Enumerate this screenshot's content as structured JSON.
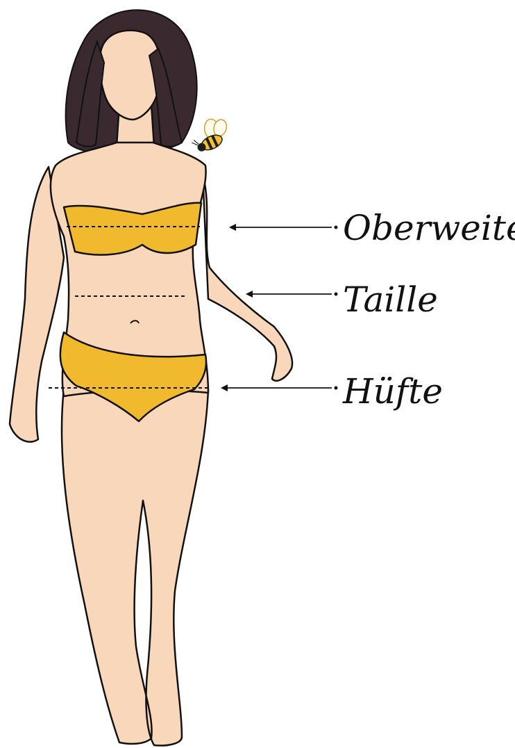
{
  "labels": {
    "bust": "Oberweite",
    "waist": "Taille",
    "hip": "Hüfte"
  },
  "colors": {
    "skin": "#F9D7BB",
    "hair": "#3A2A30",
    "bikini": "#F0B92E",
    "outline": "#111111",
    "bee_body": "#F5C132",
    "bee_stripe": "#1E1E1E",
    "background": "#FFFFFF"
  },
  "icons": {
    "mascot": "bee-icon",
    "pointer": "arrow-left-icon"
  }
}
